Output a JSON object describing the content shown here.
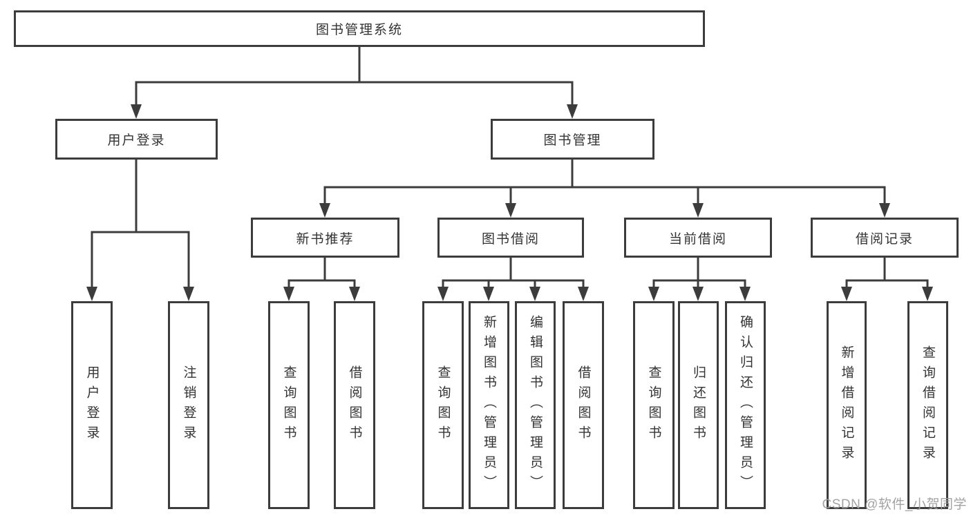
{
  "diagram": {
    "root": {
      "label": "图书管理系统"
    },
    "branches": [
      {
        "label": "用户登录",
        "children": [
          {
            "label": "用户登录"
          },
          {
            "label": "注销登录"
          }
        ]
      },
      {
        "label": "图书管理",
        "groups": [
          {
            "label": "新书推荐",
            "children": [
              {
                "label": "查询图书"
              },
              {
                "label": "借阅图书"
              }
            ]
          },
          {
            "label": "图书借阅",
            "children": [
              {
                "label": "查询图书"
              },
              {
                "label": "新增图书（管理员）"
              },
              {
                "label": "编辑图书（管理员）"
              },
              {
                "label": "借阅图书"
              }
            ]
          },
          {
            "label": "当前借阅",
            "children": [
              {
                "label": "查询图书"
              },
              {
                "label": "归还图书"
              },
              {
                "label": "确认归还（管理员）"
              }
            ]
          },
          {
            "label": "借阅记录",
            "children": [
              {
                "label": "新增借阅记录"
              },
              {
                "label": "查询借阅记录"
              }
            ]
          }
        ]
      }
    ]
  },
  "watermark": {
    "text": "CSDN @软件_小贺同学"
  },
  "colors": {
    "line": "#3c3c3c",
    "text": "#333333",
    "background": "#ffffff",
    "watermark": "#9e9e9e"
  }
}
